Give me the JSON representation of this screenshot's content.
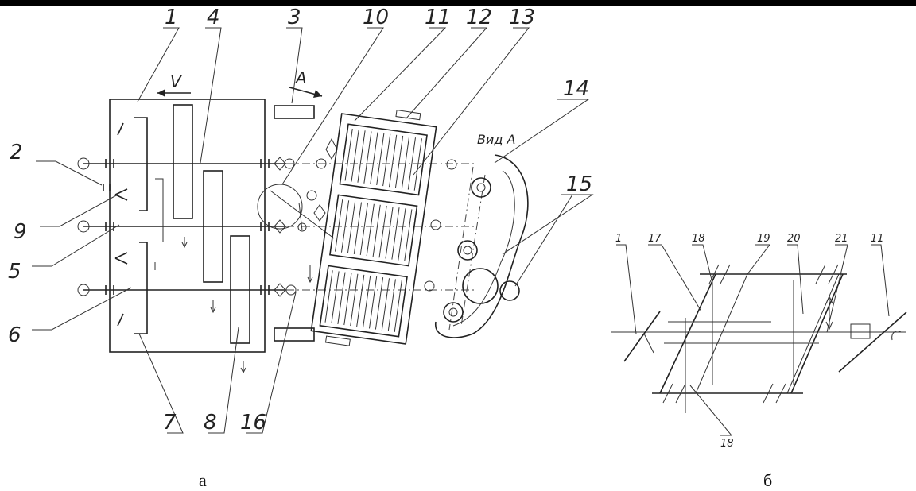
{
  "figure_a": {
    "caption": "а",
    "labels": {
      "n1": "1",
      "n2": "2",
      "n3": "3",
      "n4": "4",
      "n5": "5",
      "n6": "6",
      "n7": "7",
      "n8": "8",
      "n9": "9",
      "n10": "10",
      "n11": "11",
      "n12": "12",
      "n13": "13",
      "n14": "14",
      "n15": "15",
      "n16": "16"
    },
    "velocity_label": "V",
    "view_arrow_label": "A",
    "view_label": "Вид А"
  },
  "figure_b": {
    "caption": "б",
    "labels": {
      "n1": "1",
      "n17": "17",
      "n18_top": "18",
      "n19": "19",
      "n20": "20",
      "n21": "21",
      "n11": "11",
      "n18_bottom": "18"
    }
  }
}
